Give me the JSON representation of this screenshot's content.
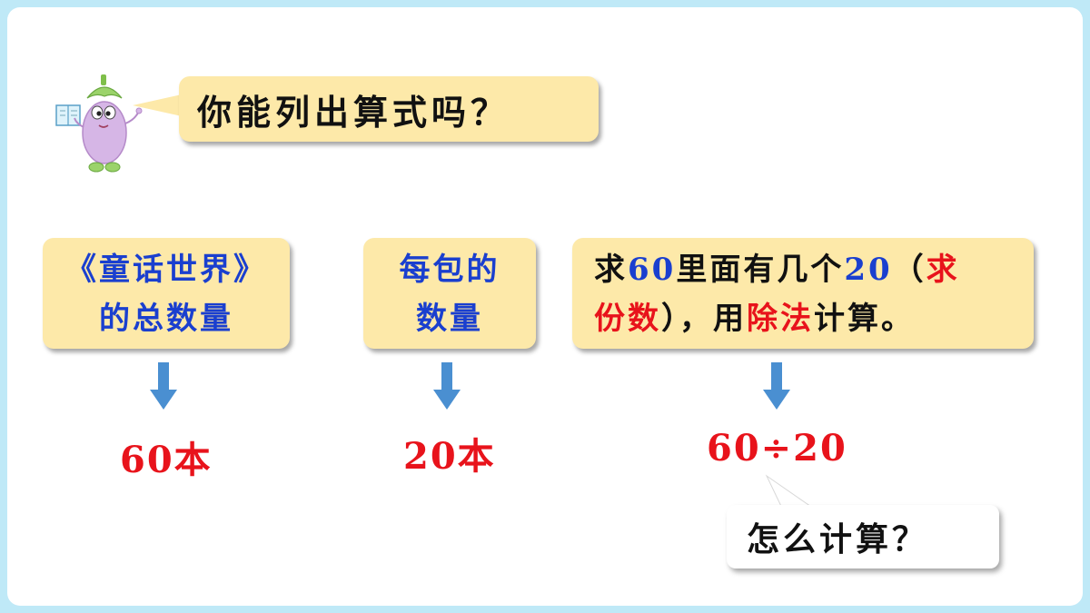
{
  "question": "你能列出算式吗？",
  "boxes": [
    {
      "line1": "《童话世界》",
      "line2": "的总数量"
    },
    {
      "line1": "每包的",
      "line2": "数量"
    }
  ],
  "explain": {
    "p1": "求",
    "n1": "60",
    "p2": "里面有几个",
    "n2": "20",
    "p3": "（",
    "p4": "求",
    "p5": "份数",
    "p6": "），用",
    "p7": "除法",
    "p8": "计算。"
  },
  "values": {
    "total": "60本",
    "per_pack": "20本",
    "formula": "60÷20"
  },
  "followup": "怎么计算？",
  "colors": {
    "label_blue": "#1a3fcf",
    "highlight_red": "#e8131b",
    "box_yellow": "#fde9a9",
    "arrow_blue": "#4a8fd1"
  },
  "icons": [
    "eggplant-mascot-icon",
    "down-arrow-icon",
    "down-arrow-icon",
    "down-arrow-icon"
  ]
}
